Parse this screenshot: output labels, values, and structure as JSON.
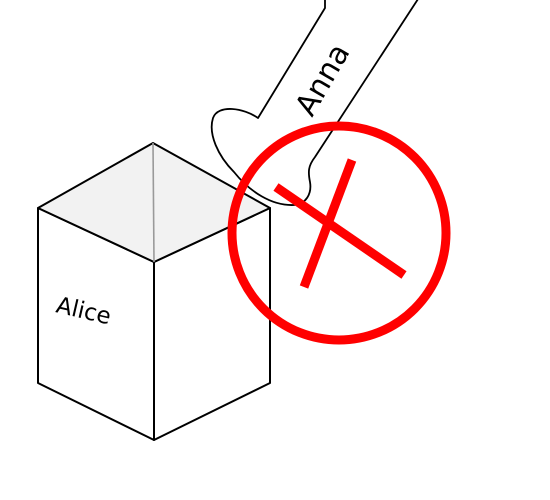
{
  "box": {
    "label": "Alice",
    "stroke": "#000000",
    "fill": "#ffffff",
    "top_face_fill": "#f2f2f2"
  },
  "arm": {
    "label": "Anna",
    "stroke": "#000000",
    "fill": "#ffffff"
  },
  "prohibition_mark": {
    "color": "#ff0000",
    "icon": "circled-x"
  }
}
